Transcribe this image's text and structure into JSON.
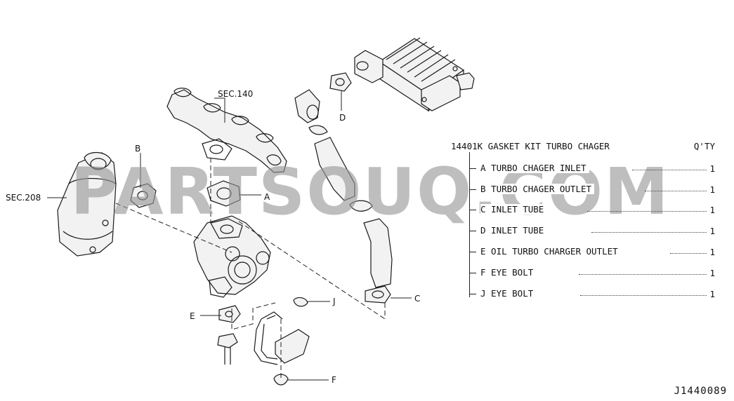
{
  "watermark": "PARTSOUQ.COM",
  "figure_code": "J1440089",
  "callouts": {
    "sec140": "SEC.140",
    "sec208": "SEC.208",
    "a": "A",
    "b": "B",
    "c": "C",
    "d": "D",
    "e": "E",
    "f": "F",
    "j": "J"
  },
  "legend": {
    "kit_label": "14401K GASKET KIT TURBO CHAGER",
    "qty_header": "Q'TY",
    "items": [
      {
        "text": "A TURBO CHAGER INLET",
        "qty": "1"
      },
      {
        "text": "B TURBO CHAGER OUTLET",
        "qty": "1"
      },
      {
        "text": "C INLET TUBE",
        "qty": "1"
      },
      {
        "text": "D INLET TUBE",
        "qty": "1"
      },
      {
        "text": "E OIL TURBO CHARGER OUTLET",
        "qty": "1"
      },
      {
        "text": "F EYE BOLT",
        "qty": "1"
      },
      {
        "text": "J EYE BOLT",
        "qty": "1"
      }
    ]
  }
}
